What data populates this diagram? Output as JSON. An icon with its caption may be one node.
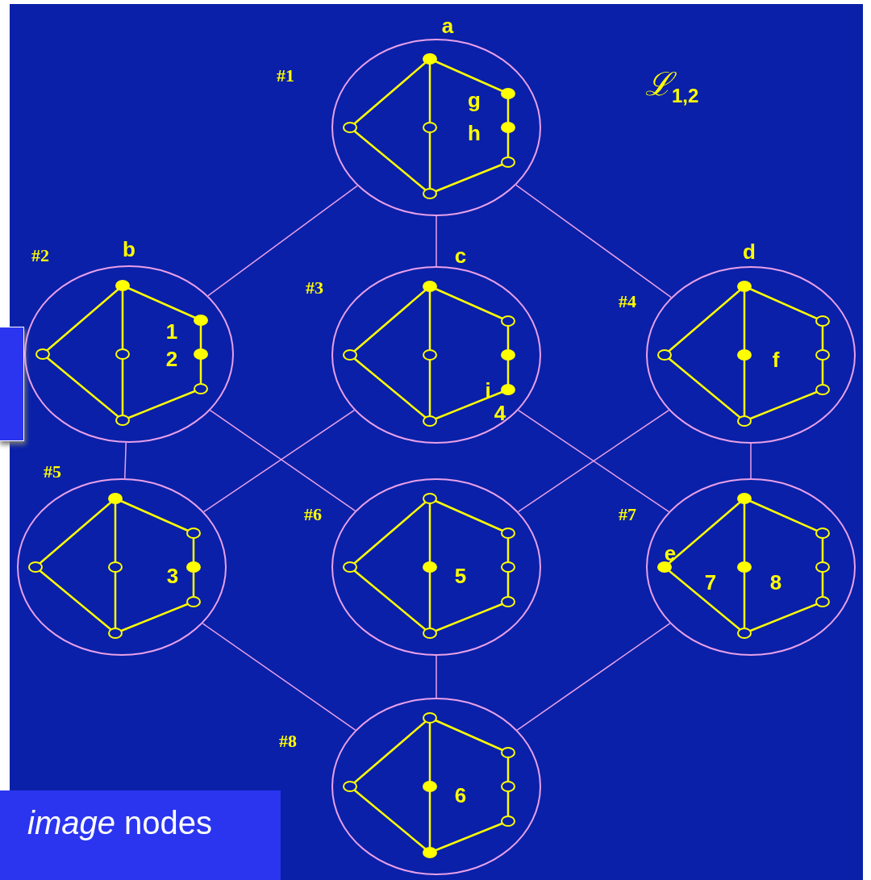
{
  "diagram": {
    "nodes": [
      {
        "text": [
          "a",
          "g",
          "h"
        ],
        "beside": [
          "#1"
        ]
      },
      {
        "text": [
          "b",
          "1",
          "2"
        ],
        "beside": [
          "#2"
        ]
      },
      {
        "text": [
          "c",
          "i",
          "4"
        ],
        "beside": [
          "#3"
        ]
      },
      {
        "text": [
          "d",
          "f"
        ],
        "beside": [
          "#4"
        ]
      },
      {
        "text": [
          "3"
        ],
        "beside": [
          "#5"
        ]
      },
      {
        "text": [
          "5"
        ],
        "beside": [
          "#6"
        ]
      },
      {
        "text": [
          "e",
          "7",
          "8"
        ],
        "beside": [
          "#7"
        ]
      },
      {
        "text": [
          "6"
        ],
        "beside": [
          "#8"
        ]
      }
    ],
    "edges": [
      {
        "from": 0,
        "to": 1,
        "arrow": "none"
      },
      {
        "from": 0,
        "to": 2,
        "arrow": "none"
      },
      {
        "from": 0,
        "to": 3,
        "arrow": "none"
      },
      {
        "from": 1,
        "to": 4,
        "arrow": "none"
      },
      {
        "from": 1,
        "to": 5,
        "arrow": "none"
      },
      {
        "from": 2,
        "to": 4,
        "arrow": "none"
      },
      {
        "from": 2,
        "to": 6,
        "arrow": "none"
      },
      {
        "from": 3,
        "to": 5,
        "arrow": "none"
      },
      {
        "from": 3,
        "to": 6,
        "arrow": "none"
      },
      {
        "from": 4,
        "to": 7,
        "arrow": "none"
      },
      {
        "from": 5,
        "to": 7,
        "arrow": "none"
      },
      {
        "from": 6,
        "to": 7,
        "arrow": "none"
      }
    ],
    "labels": [
      "ℒ$_{1,2}$",
      "*image* nodes"
    ]
  }
}
